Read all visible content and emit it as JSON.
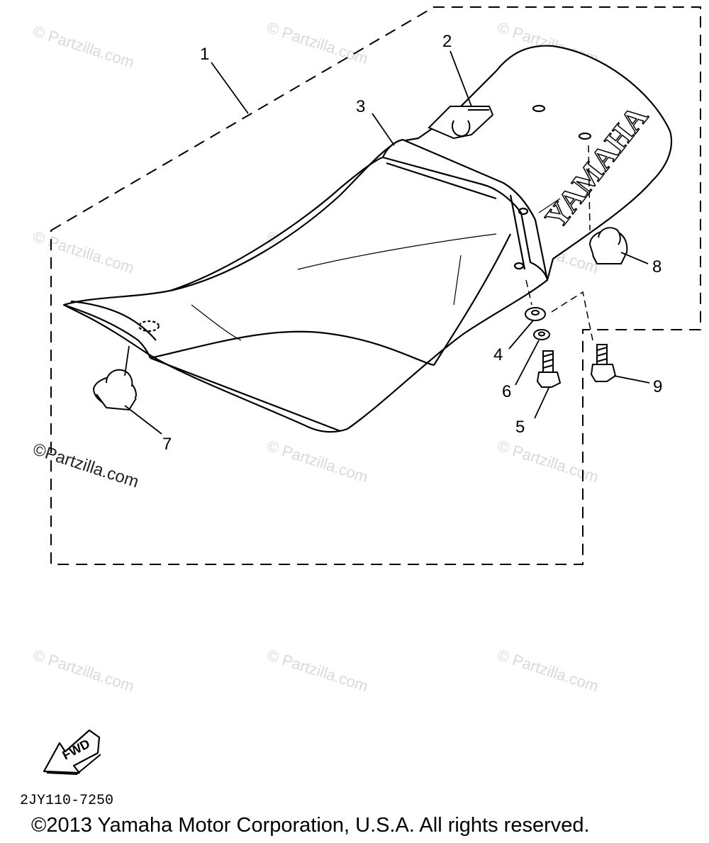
{
  "callouts": [
    "1",
    "2",
    "3",
    "4",
    "5",
    "6",
    "7",
    "8",
    "9"
  ],
  "seat_logo_text": "YAMAHA",
  "fwd_label": "FWD",
  "watermark_text": "Partzilla.com",
  "watermark_symbol": "©",
  "drawing_code": "2JY110-7250",
  "copyright": "©2013 Yamaha Motor Corporation, U.S.A. All rights reserved.",
  "colors": {
    "line": "#000000",
    "watermark": "#d9d9d9",
    "background": "#ffffff"
  }
}
